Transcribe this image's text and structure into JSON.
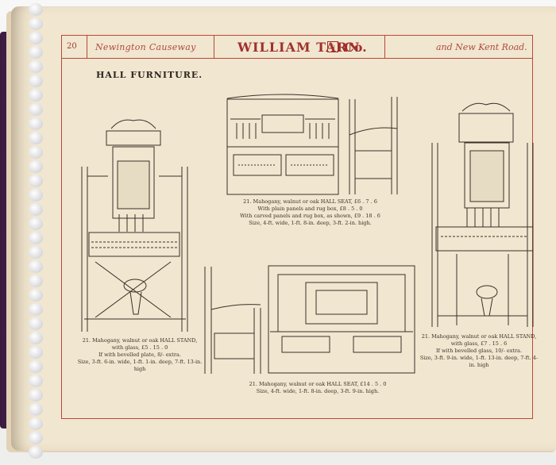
{
  "header": {
    "page_number": "20",
    "left": "Newington Causeway",
    "center": "WILLIAM TARN",
    "monogram": "&",
    "co": "Co.",
    "right": "and New Kent Road."
  },
  "section_title": "HALL FURNITURE.",
  "captions": {
    "hall_stand_left": {
      "line1": "21. Mahogany, walnut or oak HALL STAND,",
      "line2": "with glass, £5 . 15 . 0",
      "line3": "If with bevelled plate, 8/- extra.",
      "line4": "Size, 3-ft. 6-in. wide, 1-ft. 1-in. deep, 7-ft. 13-in. high"
    },
    "hall_seat_top": {
      "line1": "21. Mahogany, walnut or oak HALL SEAT, £6 . 7 . 6",
      "line2": "With plain panels and rug box, £8 . 5 . 0",
      "line3": "With carved panels and rug box, as shown, £9 . 18 . 6",
      "line4": "Size, 4-ft. wide, 1-ft. 8-in. deep, 3-ft. 2-in. high."
    },
    "hall_seat_bottom": {
      "line1": "21. Mahogany, walnut or oak HALL SEAT, £14 . 5 . 0",
      "line2": "Size, 4-ft. wide, 1-ft. 8-in. deep, 3-ft. 9-in. high."
    },
    "hall_stand_right": {
      "line1": "21. Mahogany, walnut or oak HALL STAND,",
      "line2": "with glass, £7 . 15 . 6",
      "line3": "If with bevelled glass, 10/- extra.",
      "line4": "Size, 3-ft. 9-in. wide, 1-ft. 13-in. deep, 7-ft. 4-in. high"
    }
  }
}
